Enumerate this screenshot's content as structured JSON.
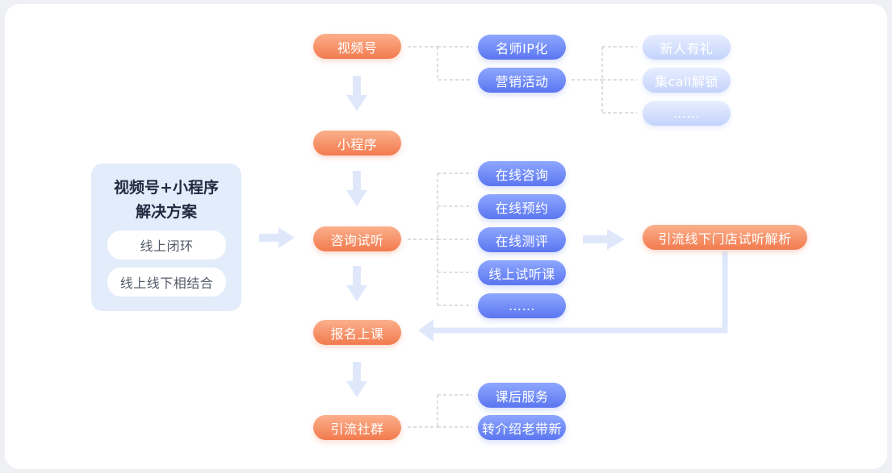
{
  "solution": {
    "title_line1": "视频号+小程序",
    "title_line2": "解决方案",
    "tags": [
      "线上闭环",
      "线上线下相结合"
    ]
  },
  "flow_steps": [
    "视频号",
    "小程序",
    "咨询试听",
    "报名上课",
    "引流社群"
  ],
  "channels_branch": {
    "items": [
      "名师IP化",
      "营销活动"
    ],
    "activities": [
      "新人有礼",
      "集call解锁",
      "……"
    ]
  },
  "consult_branch": {
    "items": [
      "在线咨询",
      "在线预约",
      "在线测评",
      "线上试听课",
      "……"
    ],
    "target": "引流线下门店试听解析"
  },
  "community_branch": {
    "items": [
      "课后服务",
      "转介绍老带新"
    ]
  },
  "colors": {
    "step": "#f27a4e",
    "item": "#5b76f0",
    "activity": "#c3d3fb",
    "arrow": "#dfe8fb",
    "connector": "#c8ccd4"
  }
}
